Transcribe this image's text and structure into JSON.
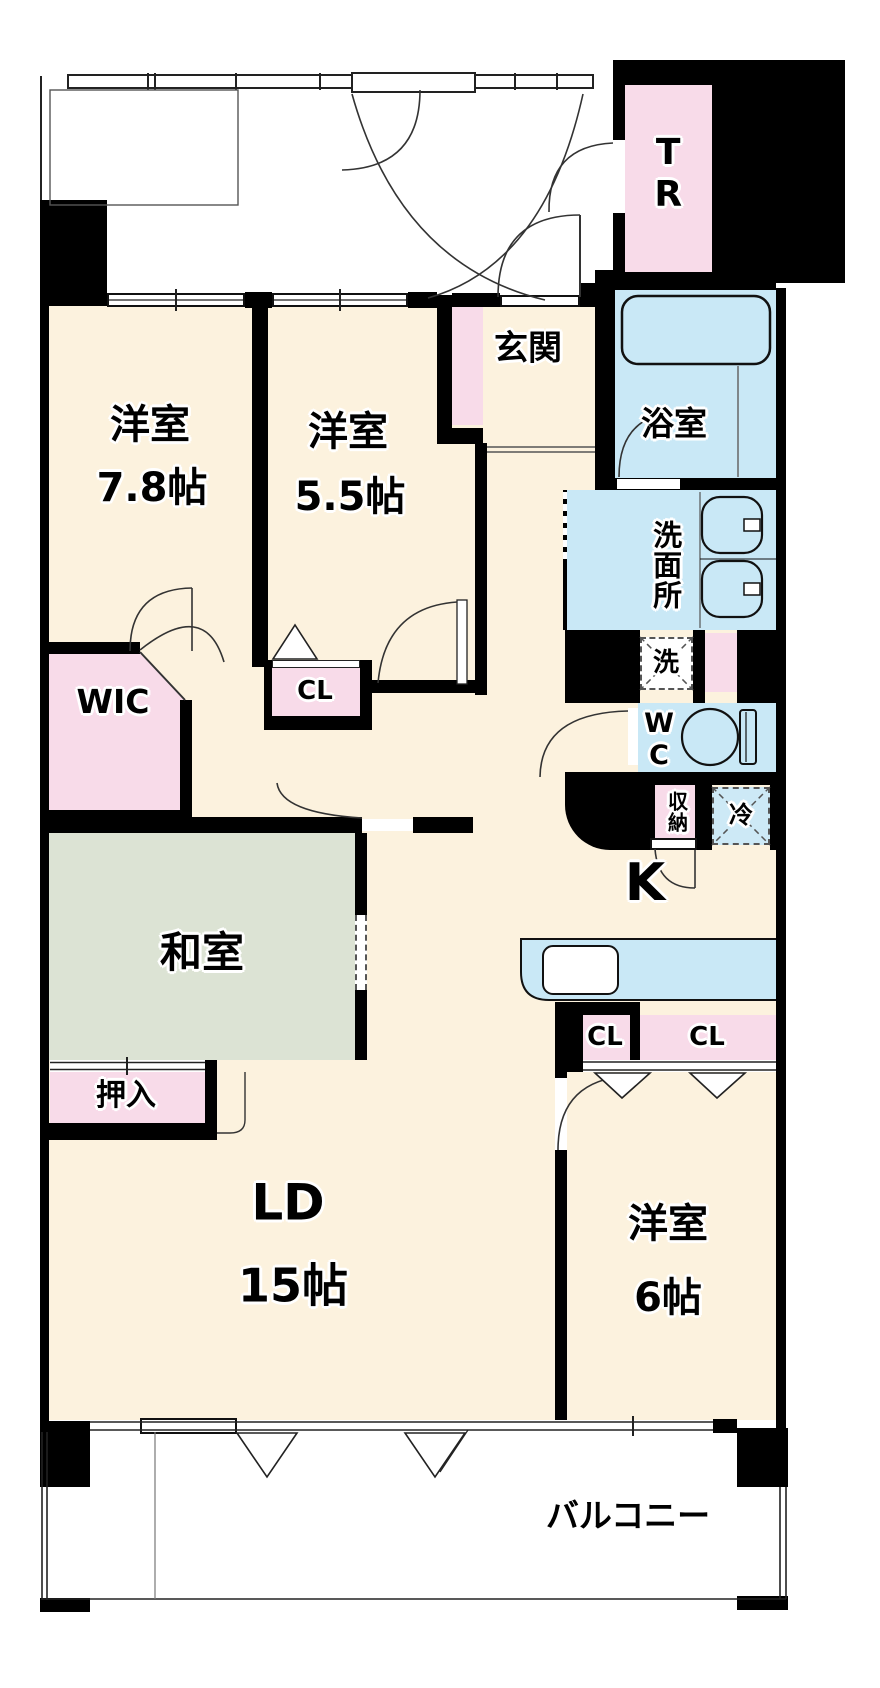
{
  "labels": {
    "bedroom1_name": "洋室",
    "bedroom1_size": "7.8帖",
    "bedroom2_name": "洋室",
    "bedroom2_size": "5.5帖",
    "bedroom3_name": "洋室",
    "bedroom3_size": "6帖",
    "living_dining": "LD",
    "living_dining_size": "15帖",
    "washitsu": "和室",
    "oshiire": "押入",
    "genkan": "玄関",
    "bath": "浴室",
    "washroom": "洗面所",
    "laundry": "洗",
    "wc": "WC",
    "trunk_room": "TR",
    "storage": "収納",
    "refrigerator": "冷",
    "kitchen": "K",
    "wic": "WIC",
    "closet_bedroom2": "CL",
    "closet_a": "CL",
    "closet_b": "CL",
    "balcony": "バルコニー"
  },
  "colors": {
    "wall": "#000000",
    "room_floor": "#fcf2de",
    "tatami": "#dce3d4",
    "closet_pink": "#f8dbe9",
    "wet_area_blue": "#c9e8f6",
    "background": "#ffffff"
  }
}
